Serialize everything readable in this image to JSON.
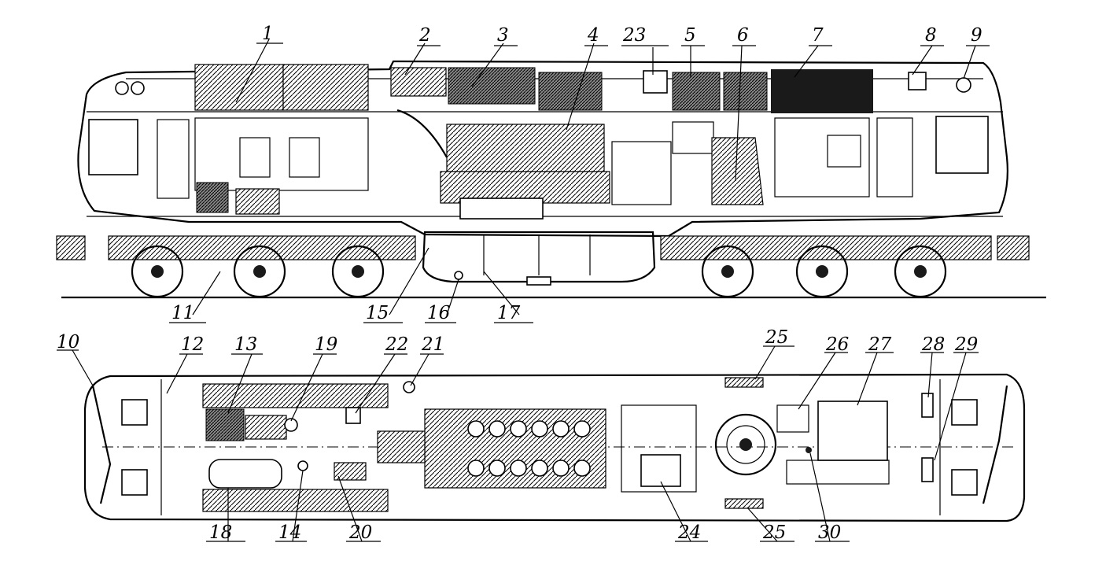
{
  "callouts": [
    "1",
    "2",
    "3",
    "4",
    "23",
    "5",
    "6",
    "7",
    "8",
    "9",
    "11",
    "15",
    "16",
    "17",
    "10",
    "12",
    "13",
    "19",
    "22",
    "21",
    "25",
    "26",
    "27",
    "28",
    "29",
    "18",
    "14",
    "20",
    "24",
    "30"
  ],
  "colors": {
    "ink": "#000000",
    "background": "#ffffff"
  }
}
